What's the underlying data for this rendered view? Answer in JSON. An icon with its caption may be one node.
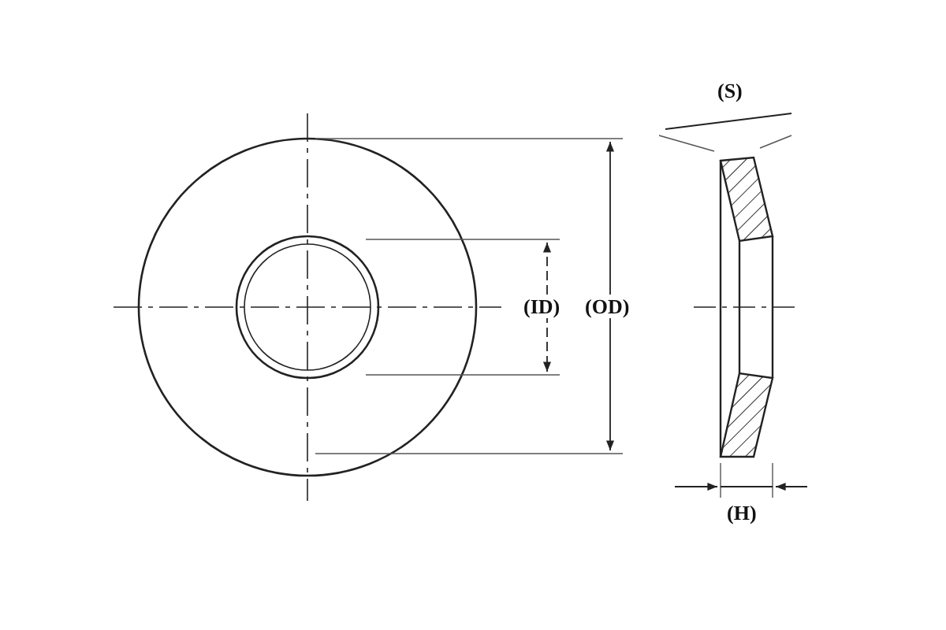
{
  "diagram": {
    "labels": [
      "(S)",
      "(ID)",
      "(OD)",
      "(H)"
    ]
  }
}
